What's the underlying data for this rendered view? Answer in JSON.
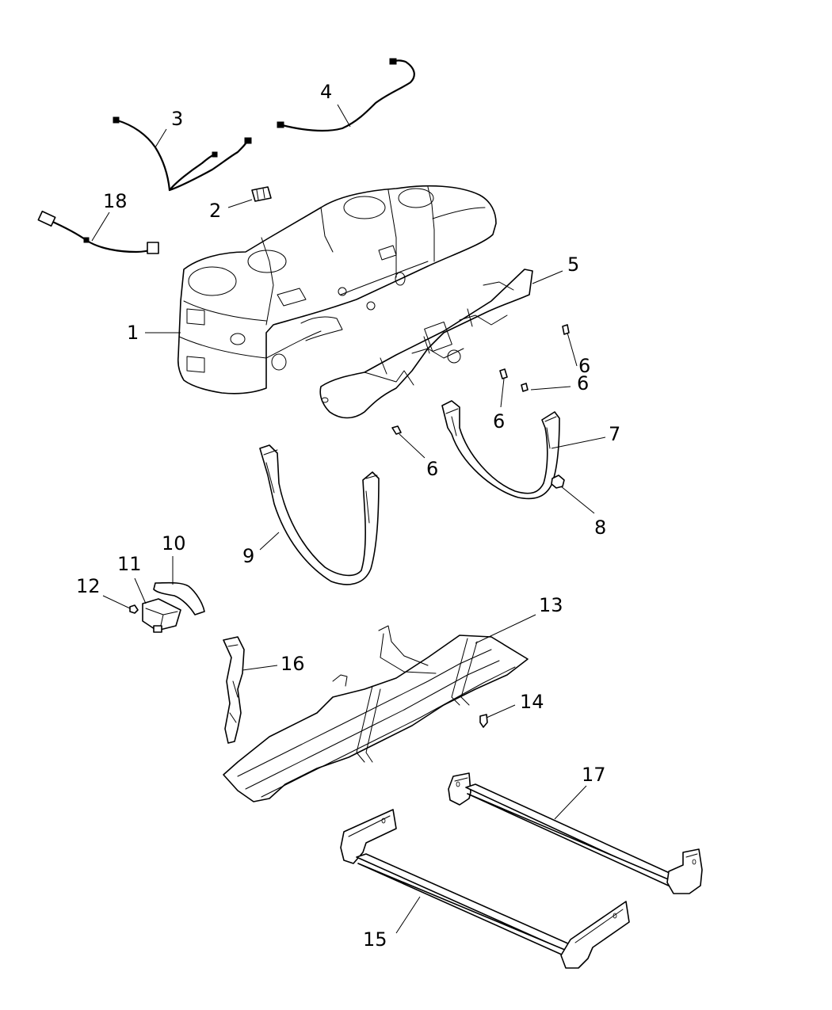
{
  "colors": {
    "line": "#000000",
    "background": "#ffffff"
  },
  "callouts": {
    "c1": "1",
    "c2": "2",
    "c3": "3",
    "c4": "4",
    "c5": "5",
    "c6a": "6",
    "c6b": "6",
    "c6c": "6",
    "c6d": "6",
    "c7": "7",
    "c8": "8",
    "c9": "9",
    "c10": "10",
    "c11": "11",
    "c12": "12",
    "c13": "13",
    "c14": "14",
    "c15": "15",
    "c16": "16",
    "c17": "17",
    "c18": "18"
  }
}
